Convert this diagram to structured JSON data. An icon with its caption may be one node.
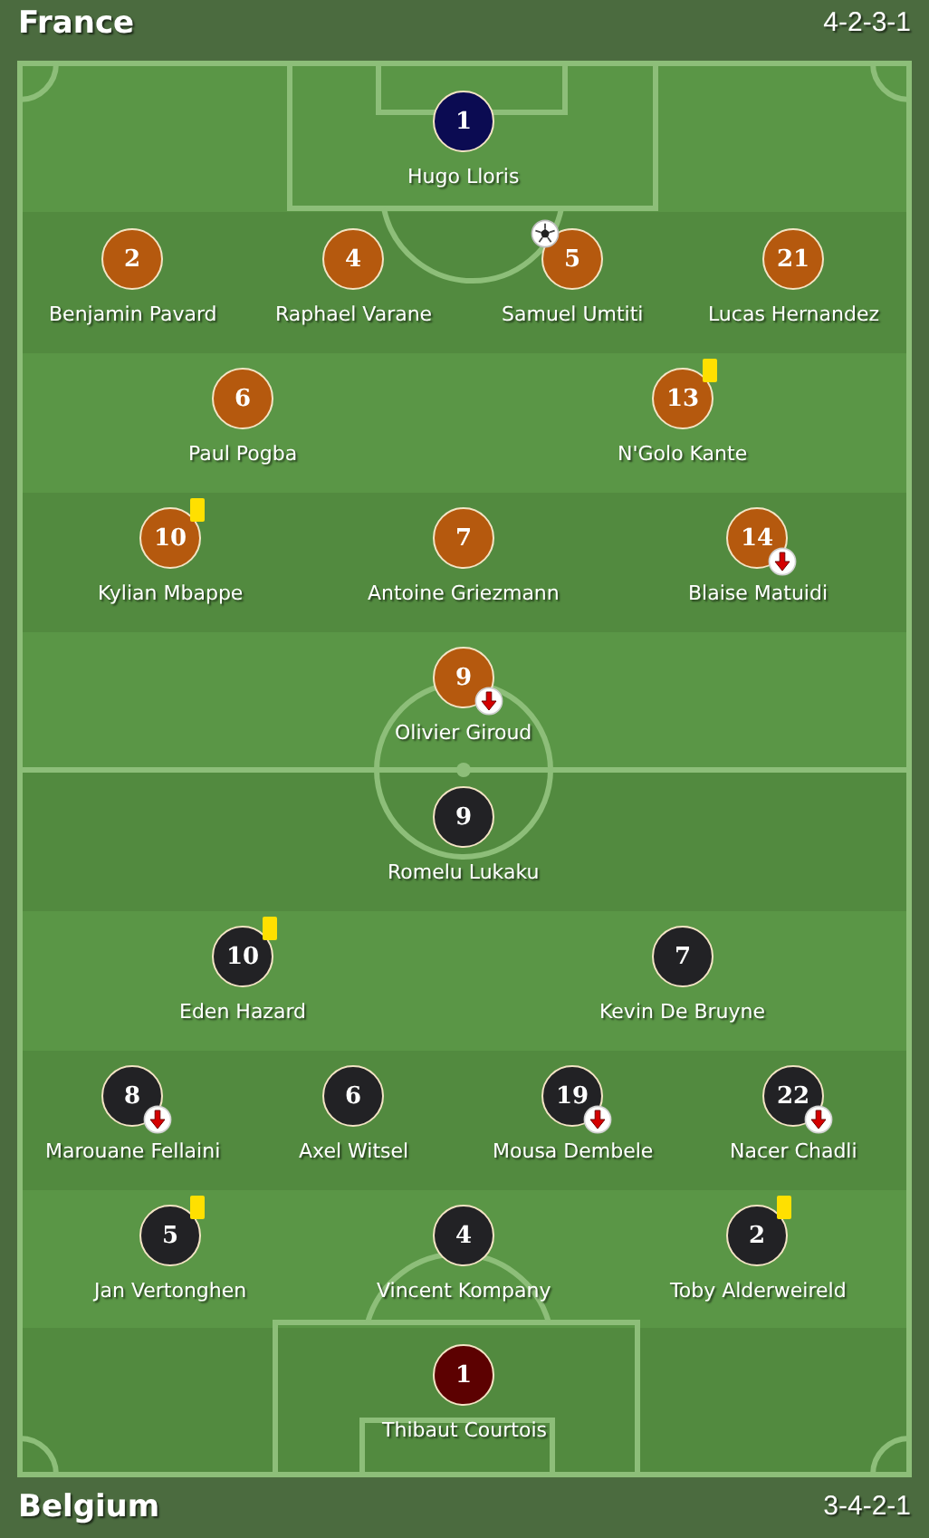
{
  "diagram": {
    "nodes": [
      {
        "text": [
          "1"
        ],
        "beside": [
          "Hugo Lloris"
        ]
      },
      {
        "text": [
          "2"
        ],
        "beside": [
          "Benjamin Pavard"
        ]
      },
      {
        "text": [
          "4"
        ],
        "beside": [
          "Raphael Varane"
        ]
      },
      {
        "text": [
          "5"
        ],
        "beside": [
          "Samuel Umtiti"
        ]
      },
      {
        "text": [
          "21"
        ],
        "beside": [
          "Lucas Hernandez"
        ]
      },
      {
        "text": [
          "6"
        ],
        "beside": [
          "Paul Pogba"
        ]
      },
      {
        "text": [
          "13"
        ],
        "beside": [
          "N'Golo Kante"
        ]
      },
      {
        "text": [
          "10"
        ],
        "beside": [
          "Kylian Mbappe"
        ]
      },
      {
        "text": [
          "7"
        ],
        "beside": [
          "Antoine Griezmann"
        ]
      },
      {
        "text": [
          "14"
        ],
        "beside": [
          "Blaise Matuidi"
        ]
      },
      {
        "text": [
          "9"
        ],
        "beside": [
          "Olivier Giroud"
        ]
      },
      {
        "text": [
          "9"
        ],
        "beside": [
          "Romelu Lukaku"
        ]
      },
      {
        "text": [
          "10"
        ],
        "beside": [
          "Eden Hazard"
        ]
      },
      {
        "text": [
          "7"
        ],
        "beside": [
          "Kevin De Bruyne"
        ]
      },
      {
        "text": [
          "8"
        ],
        "beside": [
          "Marouane Fellaini"
        ]
      },
      {
        "text": [
          "6"
        ],
        "beside": [
          "Axel Witsel"
        ]
      },
      {
        "text": [
          "19"
        ],
        "beside": [
          "Mousa Dembele"
        ]
      },
      {
        "text": [
          "22"
        ],
        "beside": [
          "Nacer Chadli"
        ]
      },
      {
        "text": [
          "5"
        ],
        "beside": [
          "Jan Vertonghen"
        ]
      },
      {
        "text": [
          "4"
        ],
        "beside": [
          "Vincent Kompany"
        ]
      },
      {
        "text": [
          "2"
        ],
        "beside": [
          "Toby Alderweireld"
        ]
      },
      {
        "text": [
          "1"
        ],
        "beside": [
          "Thibaut Courtois"
        ]
      }
    ],
    "labels": [
      "France",
      "4-2-3-1",
      "Belgium",
      "3-4-2-1"
    ]
  }
}
